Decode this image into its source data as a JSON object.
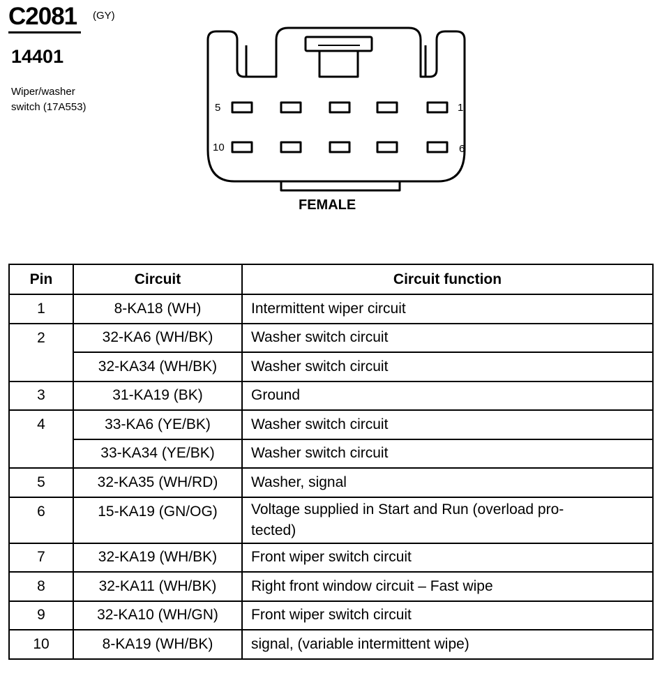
{
  "header": {
    "connector_id": "C2081",
    "color_code": "(GY)",
    "part_number": "14401",
    "description_line1": "Wiper/washer",
    "description_line2": "switch (17A553)"
  },
  "connector": {
    "pin_labels": {
      "top_left": "5",
      "top_right": "1",
      "bottom_left": "10",
      "bottom_right": "6"
    },
    "gender": "FEMALE"
  },
  "table": {
    "headers": {
      "pin": "Pin",
      "circuit": "Circuit",
      "function": "Circuit function"
    },
    "rows": [
      {
        "pin": "1",
        "circuit": "8-KA18 (WH)",
        "function": "Intermittent wiper circuit"
      },
      {
        "pin": "2",
        "circuit": "32-KA6 (WH/BK)",
        "function": "Washer switch circuit"
      },
      {
        "pin": "",
        "circuit": "32-KA34 (WH/BK)",
        "function": "Washer switch circuit"
      },
      {
        "pin": "3",
        "circuit": "31-KA19 (BK)",
        "function": "Ground"
      },
      {
        "pin": "4",
        "circuit": "33-KA6 (YE/BK)",
        "function": "Washer switch circuit"
      },
      {
        "pin": "",
        "circuit": "33-KA34 (YE/BK)",
        "function": "Washer switch circuit"
      },
      {
        "pin": "5",
        "circuit": "32-KA35 (WH/RD)",
        "function": "Washer, signal"
      },
      {
        "pin": "6",
        "circuit": "15-KA19 (GN/OG)",
        "function": "Voltage supplied in Start and Run (overload pro-",
        "function_line2": "tected)"
      },
      {
        "pin": "7",
        "circuit": "32-KA19 (WH/BK)",
        "function": "Front wiper switch circuit"
      },
      {
        "pin": "8",
        "circuit": "32-KA11 (WH/BK)",
        "function": "Right front window circuit – Fast wipe"
      },
      {
        "pin": "9",
        "circuit": "32-KA10 (WH/GN)",
        "function": "Front wiper switch circuit"
      },
      {
        "pin": "10",
        "circuit": "8-KA19 (WH/BK)",
        "function": "signal, (variable intermittent wipe)"
      }
    ]
  }
}
